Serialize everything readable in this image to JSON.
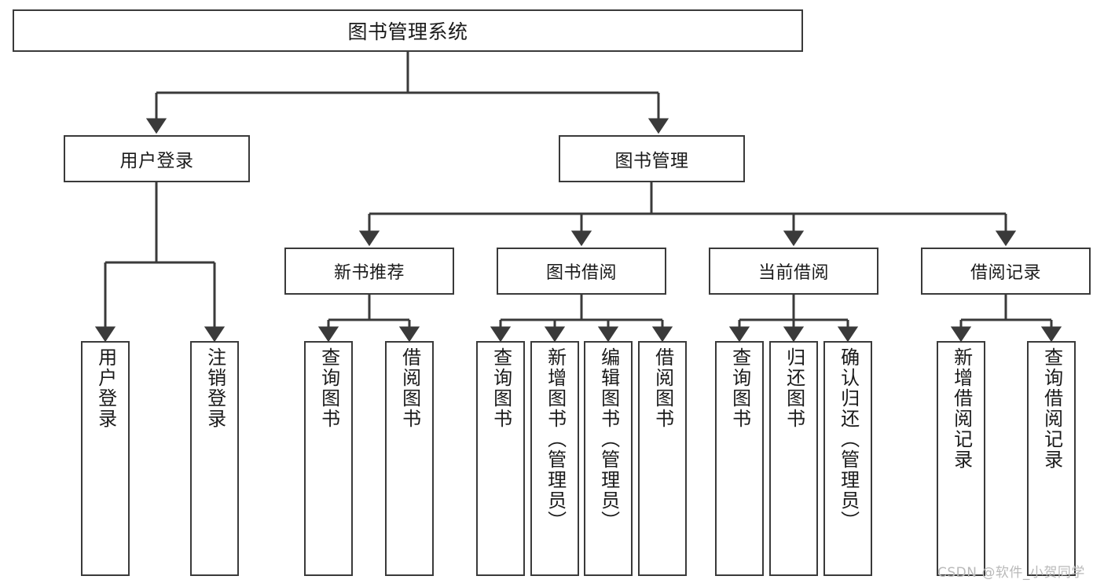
{
  "diagram": {
    "title": "图书管理系统",
    "type": "tree-hierarchy",
    "root": {
      "label": "图书管理系统"
    },
    "level2": [
      {
        "label": "用户登录"
      },
      {
        "label": "图书管理"
      }
    ],
    "level3": [
      {
        "label": "新书推荐"
      },
      {
        "label": "图书借阅"
      },
      {
        "label": "当前借阅"
      },
      {
        "label": "借阅记录"
      }
    ],
    "leaves": {
      "user_login": [
        {
          "label": "用户登录"
        },
        {
          "label": "注销登录"
        }
      ],
      "new_book_recommend": [
        {
          "label": "查询图书"
        },
        {
          "label": "借阅图书"
        }
      ],
      "book_borrow": [
        {
          "label": "查询图书"
        },
        {
          "label": "新增图书（管理员）"
        },
        {
          "label": "编辑图书（管理员）"
        },
        {
          "label": "借阅图书"
        }
      ],
      "current_borrow": [
        {
          "label": "查询图书"
        },
        {
          "label": "归还图书"
        },
        {
          "label": "确认归还（管理员）"
        }
      ],
      "borrow_record": [
        {
          "label": "新增借阅记录"
        },
        {
          "label": "查询借阅记录"
        }
      ]
    }
  },
  "watermark": {
    "text": "CSDN @软件_小贺同学"
  },
  "colors": {
    "stroke": "#3a3a3a",
    "box_fill": "#ffffff",
    "text": "#1a1a1a",
    "watermark": "#b9b9b9",
    "background": "#ffffff"
  }
}
